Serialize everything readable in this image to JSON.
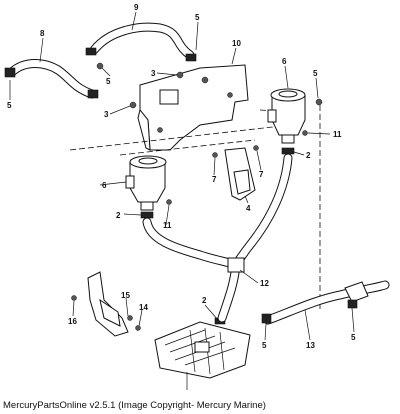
{
  "callouts": {
    "c9": "9",
    "c8": "8",
    "c5a": "5",
    "c5b": "5",
    "c5c": "5",
    "c5d": "5",
    "c5e": "5",
    "c5f": "5",
    "c10": "10",
    "c3a": "3",
    "c3b": "3",
    "c6a": "6",
    "c6b": "6",
    "c11a": "11",
    "c11b": "11",
    "c2a": "2",
    "c2b": "2",
    "c2c": "2",
    "c7a": "7",
    "c7b": "7",
    "c4": "4",
    "c12": "12",
    "c15": "15",
    "c14": "14",
    "c16": "16",
    "c13": "13"
  },
  "caption": "MercuryPartsOnline v2.5.1 (Image Copyright- Mercury Marine)"
}
